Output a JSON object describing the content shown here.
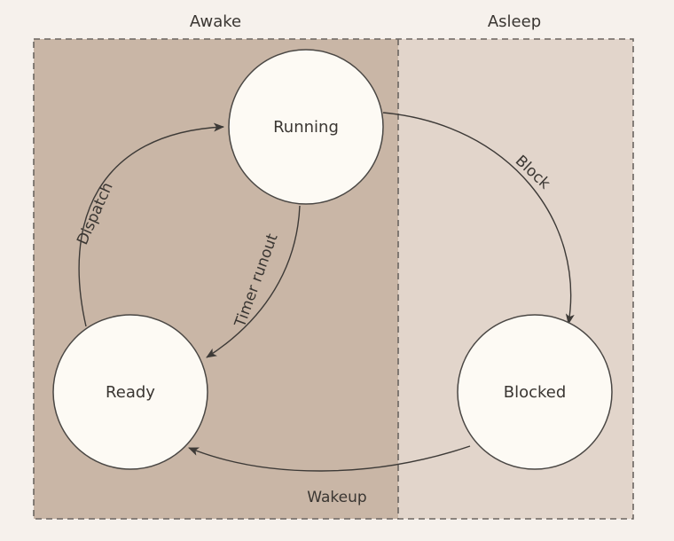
{
  "colors": {
    "background": "#f6f1ec",
    "awake_region": "#c9b6a6",
    "asleep_region": "#e2d5cb",
    "state_fill": "#fdfaf4",
    "line": "#3d3a37"
  },
  "regions": {
    "awake": {
      "label": "Awake"
    },
    "asleep": {
      "label": "Asleep"
    }
  },
  "states": {
    "running": {
      "label": "Running"
    },
    "ready": {
      "label": "Ready"
    },
    "blocked": {
      "label": "Blocked"
    }
  },
  "transitions": {
    "dispatch": {
      "label": "Dispatch",
      "from": "Ready",
      "to": "Running"
    },
    "timer_runout": {
      "label": "Timer runout",
      "from": "Running",
      "to": "Ready"
    },
    "block": {
      "label": "Block",
      "from": "Running",
      "to": "Blocked"
    },
    "wakeup": {
      "label": "Wakeup",
      "from": "Blocked",
      "to": "Ready"
    }
  }
}
